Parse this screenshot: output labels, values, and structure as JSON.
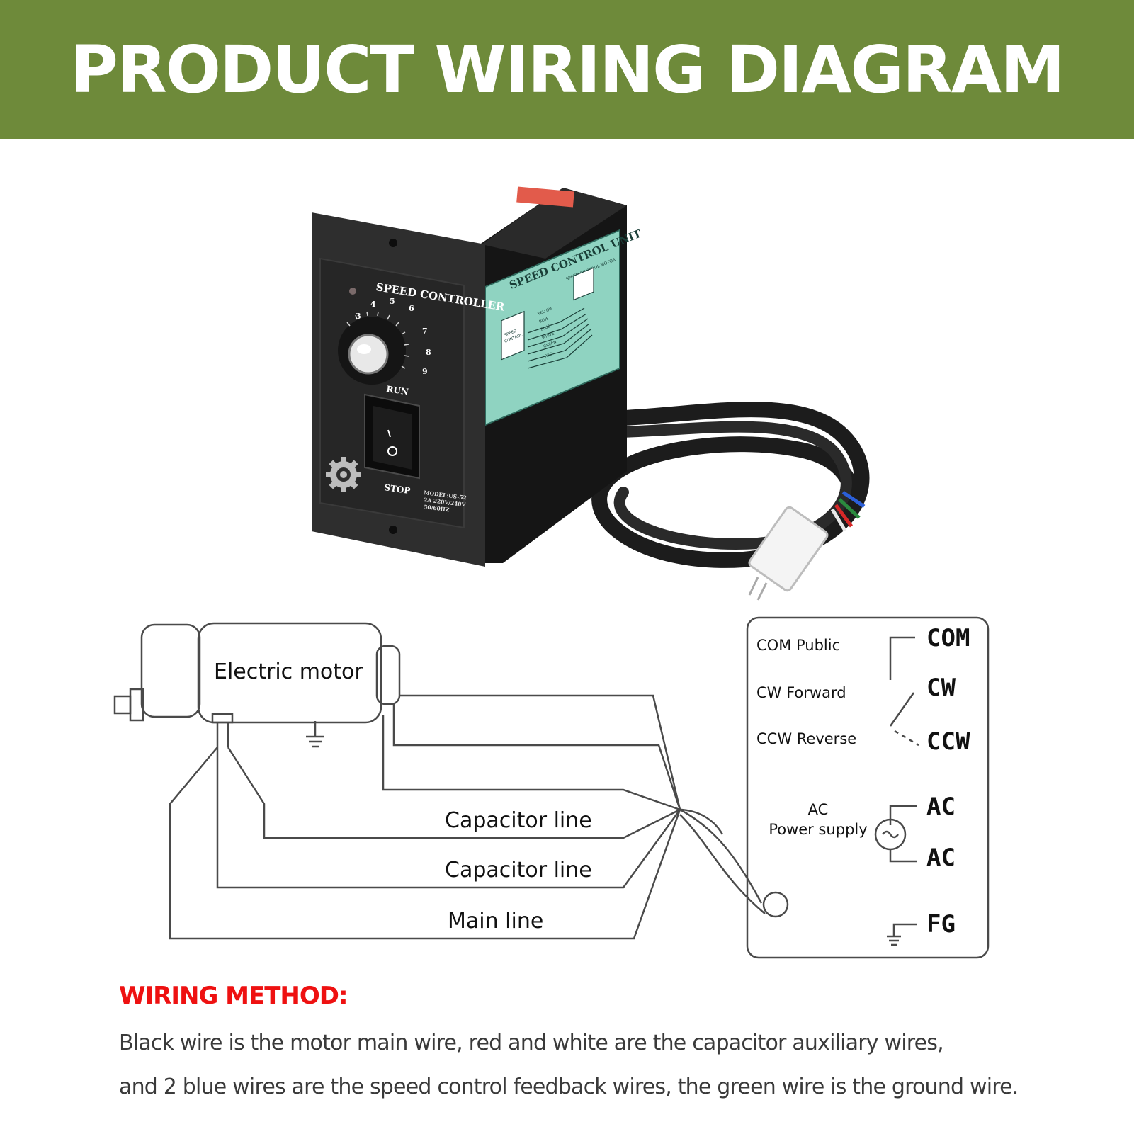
{
  "header": {
    "title": "PRODUCT WIRING DIAGRAM"
  },
  "colors": {
    "banner": "#6e8a3a",
    "accent_red": "#ee1111",
    "label_teal": "#8fd3c1"
  },
  "device": {
    "panel_title": "SPEED CONTROLLER",
    "dial_numbers": [
      "3",
      "4",
      "5",
      "6",
      "7",
      "8",
      "9"
    ],
    "run_label": "RUN",
    "stop_label": "STOP",
    "model_lines": [
      "MODEL:US-52",
      "2A 220V/240V",
      "50/60HZ"
    ],
    "side_label": "SPEED CONTROL UNIT",
    "side_sublabel": "SPEED CONTROL MOTOR",
    "side_box_label": [
      "SPEED",
      "CONTROL"
    ],
    "wire_labels": [
      "YELLOW",
      "BLUE",
      "BLUE",
      "WHITE",
      "GREEN",
      "RED"
    ]
  },
  "diagram": {
    "motor_label": "Electric motor",
    "lines": [
      "Capacitor line",
      "Capacitor line",
      "Main line"
    ],
    "terminal_desc": [
      "COM  Public",
      "CW Forward",
      "CCW Reverse"
    ],
    "ac_desc": [
      "AC",
      "Power supply"
    ],
    "terminals": [
      "COM",
      "CW",
      "CCW",
      "AC",
      "AC",
      "FG"
    ]
  },
  "footer": {
    "method_title": "WIRING METHOD:",
    "line1": "Black wire is the motor main wire, red and white are the capacitor auxiliary wires,",
    "line2": "and 2 blue wires are the speed control feedback wires, the green wire is the ground wire."
  }
}
